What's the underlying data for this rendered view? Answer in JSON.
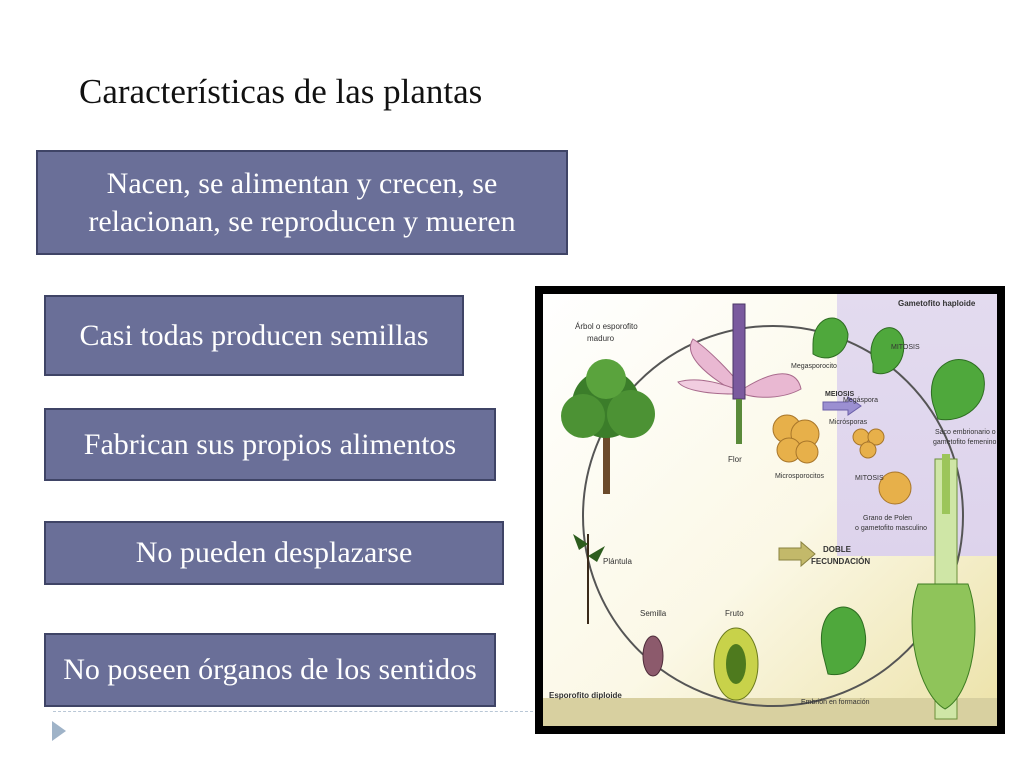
{
  "slide": {
    "title": "Características de las plantas",
    "boxes": [
      "Nacen, se alimentan y crecen, se relacionan, se reproducen y mueren",
      "Casi todas producen semillas",
      "Fabrican sus propios alimentos",
      "No pueden desplazarse",
      "No poseen órganos de los sentidos"
    ]
  },
  "diagram": {
    "labels": {
      "arbol": "Árbol o esporofito",
      "arbol2": "maduro",
      "flor": "Flor",
      "megasporocito": "Megasporocito",
      "meiosis": "MEIOSIS",
      "megaspora": "Megáspora",
      "mitosis1": "MITOSIS",
      "gametofito": "Gametofito haploide",
      "microsporocitos": "Microsporocitos",
      "microsporas": "Micrósporas",
      "mitosis2": "MITOSIS",
      "saco1": "Saco embrionario o",
      "saco2": "gametofito femenino",
      "grano1": "Grano de Polen",
      "grano2": "o gametofito masculino",
      "doble": "DOBLE",
      "fecundacion": "FECUNDACIÓN",
      "plantula": "Plántula",
      "semilla": "Semilla",
      "fruto": "Fruto",
      "embrion": "Embrión en formación",
      "esporofito": "Esporofito diploide"
    }
  }
}
